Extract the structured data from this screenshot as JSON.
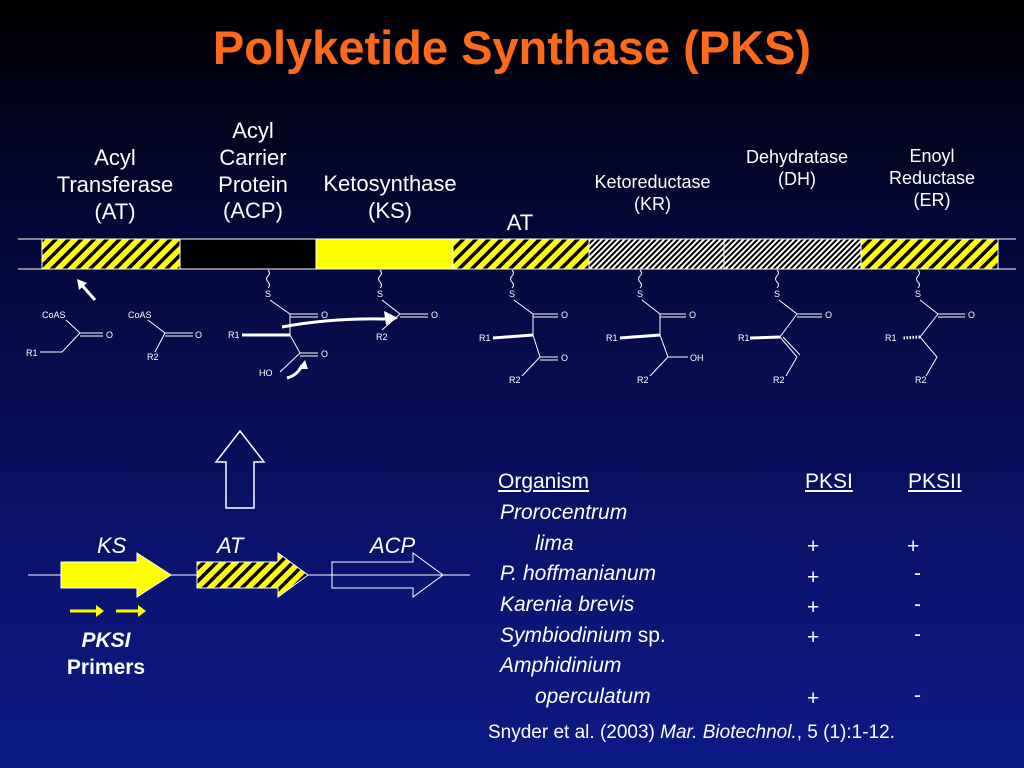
{
  "title": "Polyketide Synthase (PKS)",
  "colors": {
    "title": "#ff6a1a",
    "yellow": "#ffff00",
    "background_bottom": "#0d1a86"
  },
  "domains": [
    {
      "id": "at1",
      "line1": "Acyl",
      "line2": "Transferase",
      "line3": "(AT)",
      "line4": "",
      "fill": "hatched-yellow"
    },
    {
      "id": "acp",
      "line1": "Acyl",
      "line2": "Carrier",
      "line3": "Protein",
      "line4": "(ACP)",
      "fill": "dark"
    },
    {
      "id": "ks",
      "line1": "Ketosynthase",
      "line2": "(KS)",
      "line3": "",
      "line4": "",
      "fill": "solid-yellow"
    },
    {
      "id": "at2",
      "line1": "AT",
      "line2": "",
      "line3": "",
      "line4": "",
      "fill": "hatched-yellow"
    },
    {
      "id": "kr",
      "line1": "Ketoreductase",
      "line2": "(KR)",
      "line3": "",
      "line4": "",
      "fill": "fine-hatched"
    },
    {
      "id": "dh",
      "line1": "Dehydratase",
      "line2": "(DH)",
      "line3": "",
      "line4": "",
      "fill": "fine-hatched"
    },
    {
      "id": "er",
      "line1": "Enoyl",
      "line2": "Reductase",
      "line3": "(ER)",
      "line4": "",
      "fill": "hatched-yellow"
    }
  ],
  "structure_labels": {
    "coas": "CoAS",
    "o": "O",
    "s": "S",
    "ho": "HO",
    "oh": "OH",
    "r1": "R1",
    "r2": "R2"
  },
  "gene": {
    "ks": "KS",
    "at": "AT",
    "acp": "ACP",
    "primers_line1": "PKSI",
    "primers_line2": "Primers"
  },
  "table": {
    "header": {
      "organism": "Organism",
      "pksi": "PKSI",
      "pksii": "PKSII"
    },
    "rows": [
      {
        "name": "Prorocentrum",
        "extra": "",
        "pksi": "",
        "pksii": ""
      },
      {
        "name": "lima",
        "extra": "",
        "pksi": "+",
        "pksii": "+"
      },
      {
        "name": "P. hoffmanianum",
        "extra": "",
        "pksi": "+",
        "pksii": "-"
      },
      {
        "name": "Karenia brevis",
        "extra": "",
        "pksi": "+",
        "pksii": "-"
      },
      {
        "name": "Symbiodinium",
        "extra": " sp.",
        "pksi": "+",
        "pksii": "-"
      },
      {
        "name": "Amphidinium",
        "extra": "",
        "pksi": "",
        "pksii": ""
      },
      {
        "name": "operculatum",
        "extra": "",
        "pksi": "+",
        "pksii": "-"
      }
    ]
  },
  "citation": {
    "authors": "Snyder et al. (2003) ",
    "journal": "Mar. Biotechnol.",
    "rest": ", 5 (1):1-12."
  }
}
